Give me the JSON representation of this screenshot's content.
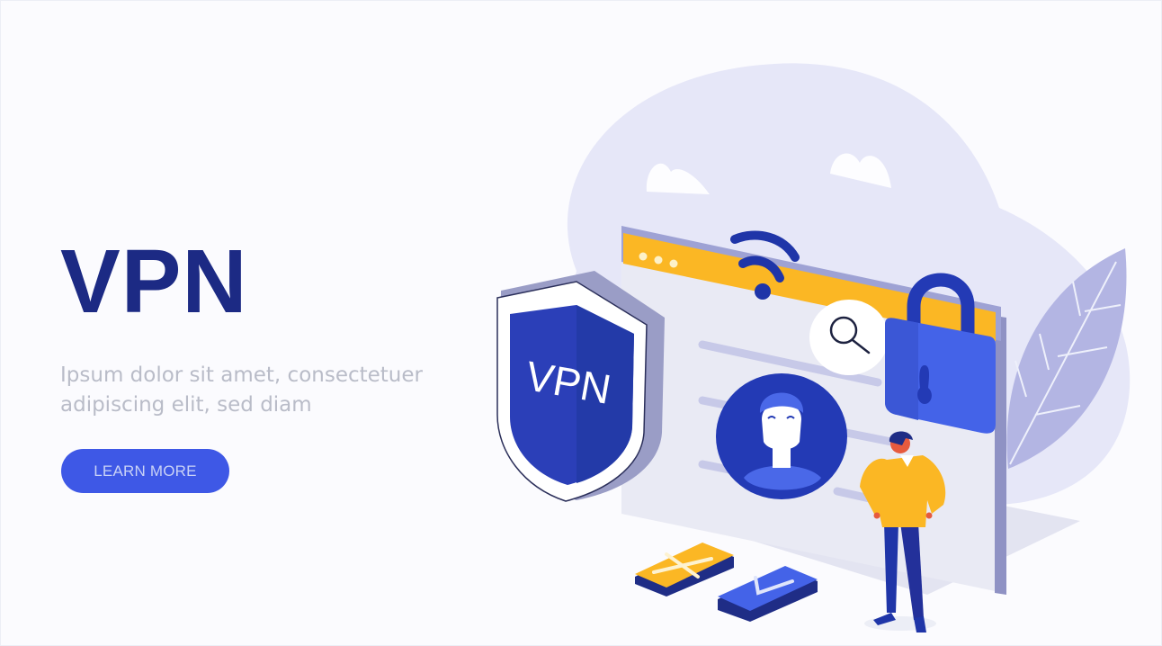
{
  "hero": {
    "title": "VPN",
    "description": "Ipsum dolor sit amet, consectetuer adipiscing elit, sed diam",
    "cta_label": "LEARN MORE"
  },
  "illustration": {
    "shield_label": "VPN",
    "icons": [
      "wifi-icon",
      "search-icon",
      "padlock-icon",
      "user-avatar-icon",
      "close-x-icon",
      "checkmark-icon",
      "leaf-icon",
      "cloud-icon"
    ]
  },
  "colors": {
    "title": "#1c2a84",
    "description": "#b9bcc8",
    "cta_background": "#3e58e6",
    "cta_text": "#c9d2f6",
    "accent_yellow": "#fbb724",
    "accent_blue": "#2b3fb8",
    "bg_blob": "#e6e7f8"
  }
}
